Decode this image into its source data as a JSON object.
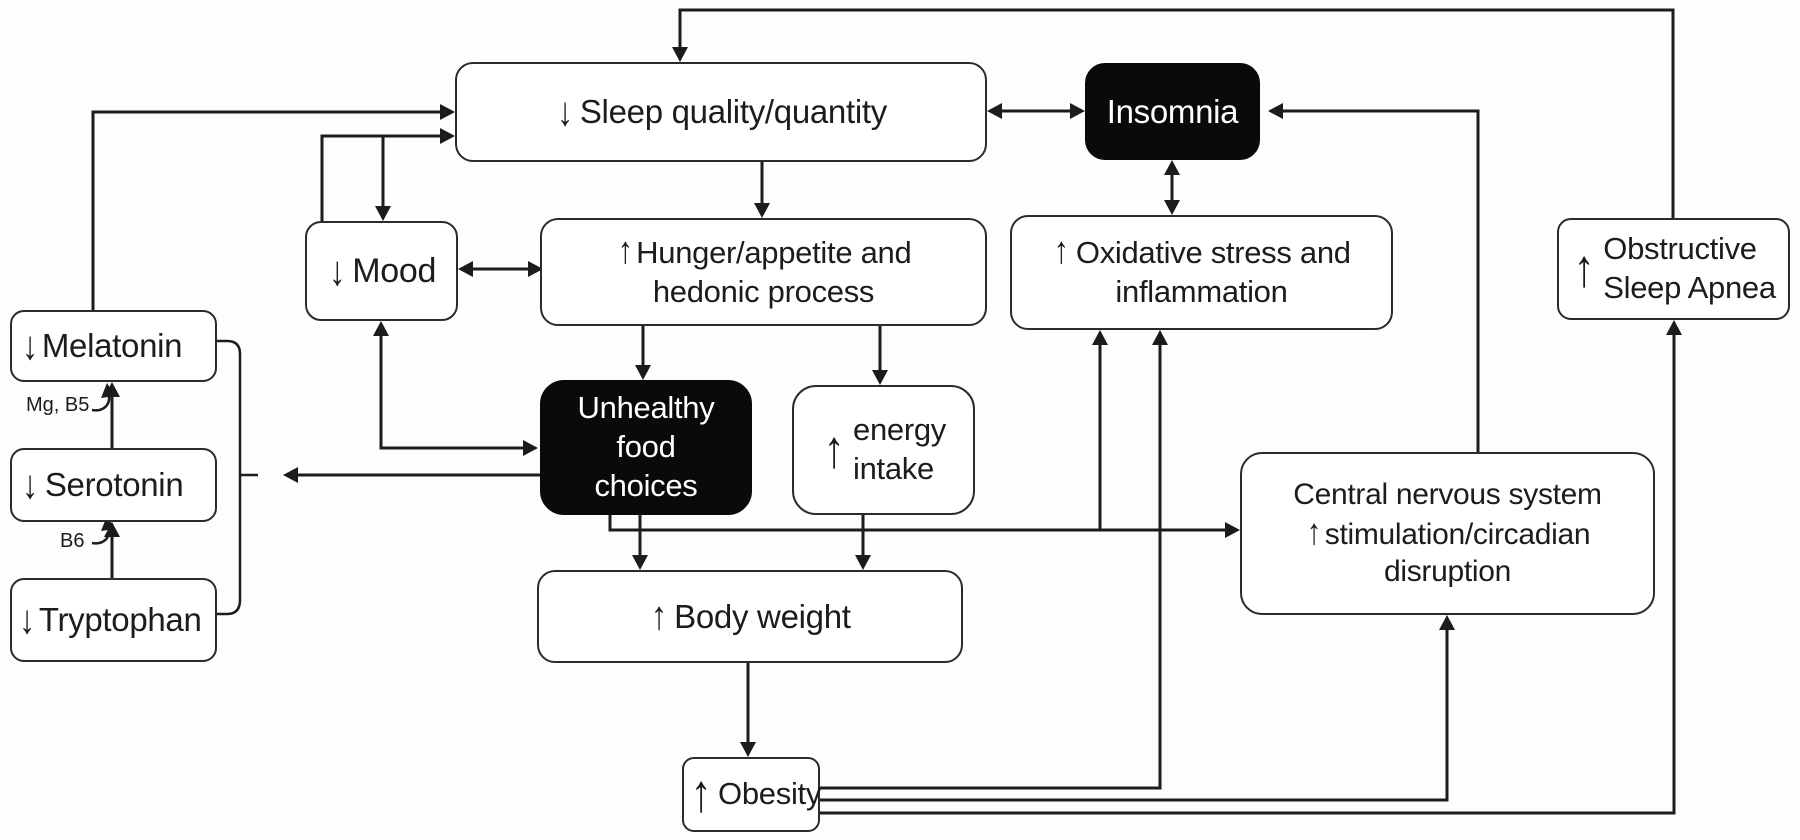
{
  "theme": {
    "ink": "#1c1c1c",
    "bg": "#fdfdfd",
    "box_fill": "#ffffff",
    "box_dark": "#0a0a0a",
    "text_on_dark": "#ffffff"
  },
  "nodes": {
    "sleep": {
      "arrow": "↓",
      "label": "Sleep quality/quantity"
    },
    "insomnia": {
      "label": "Insomnia"
    },
    "mood": {
      "arrow": "↓",
      "label": "Mood"
    },
    "hunger": {
      "arrow": "↑",
      "line1": "Hunger/appetite and",
      "line2": "hedonic process"
    },
    "oxidative": {
      "arrow": "↑",
      "line1": "Oxidative stress and",
      "line2": "inflammation"
    },
    "osa": {
      "arrow": "↑",
      "line1": "Obstructive",
      "line2": "Sleep Apnea"
    },
    "melatonin": {
      "arrow": "↓",
      "label": "Melatonin"
    },
    "serotonin": {
      "arrow": "↓",
      "label": "Serotonin"
    },
    "tryptophan": {
      "arrow": "↓",
      "label": "Tryptophan"
    },
    "unhealthy": {
      "line1": "Unhealthy",
      "line2": "food",
      "line3": "choices"
    },
    "energy": {
      "arrow": "↑",
      "line1": "energy",
      "line2": "intake"
    },
    "cns": {
      "line1": "Central nervous system",
      "arrow": "↑",
      "line2": "stimulation/circadian",
      "line3": "disruption"
    },
    "bodyweight": {
      "arrow": "↑",
      "label": "Body weight"
    },
    "obesity": {
      "arrow": "↑",
      "label": "Obesity"
    }
  },
  "cofactors": {
    "mg_b5": "Mg, B5",
    "b6": "B6"
  },
  "edges": [
    {
      "from": "obstructive-sleep-apnea",
      "to": "sleep-quality",
      "type": "arrow"
    },
    {
      "from": "melatonin",
      "to": "sleep-quality",
      "type": "arrow"
    },
    {
      "from": "mood",
      "to": "sleep-quality",
      "type": "double-arrow"
    },
    {
      "from": "mood",
      "to": "hunger-appetite",
      "type": "double-arrow"
    },
    {
      "from": "sleep-quality",
      "to": "hunger-appetite",
      "type": "arrow"
    },
    {
      "from": "sleep-quality",
      "to": "insomnia",
      "type": "double-arrow"
    },
    {
      "from": "insomnia",
      "to": "oxidative-stress",
      "type": "double-arrow"
    },
    {
      "from": "cns-stimulation",
      "to": "insomnia",
      "type": "arrow"
    },
    {
      "from": "hunger-appetite",
      "to": "unhealthy-food-choices",
      "type": "arrow"
    },
    {
      "from": "hunger-appetite",
      "to": "energy-intake",
      "type": "arrow"
    },
    {
      "from": "unhealthy-food-choices",
      "to": "body-weight",
      "type": "arrow"
    },
    {
      "from": "energy-intake",
      "to": "body-weight",
      "type": "arrow"
    },
    {
      "from": "unhealthy-food-choices",
      "to": "cns-stimulation",
      "type": "arrow"
    },
    {
      "from": "unhealthy-food-choices",
      "to": "oxidative-stress",
      "type": "arrow"
    },
    {
      "from": "unhealthy-food-choices",
      "to": "neurotransmitter-group",
      "type": "arrow"
    },
    {
      "from": "mood",
      "to": "unhealthy-food-choices",
      "type": "double-arrow"
    },
    {
      "from": "serotonin",
      "to": "melatonin",
      "type": "arrow",
      "cofactor": "Mg, B5"
    },
    {
      "from": "tryptophan",
      "to": "serotonin",
      "type": "arrow",
      "cofactor": "B6"
    },
    {
      "from": "body-weight",
      "to": "obesity",
      "type": "arrow"
    },
    {
      "from": "obesity",
      "to": "oxidative-stress",
      "type": "arrow"
    },
    {
      "from": "obesity",
      "to": "cns-stimulation",
      "type": "arrow"
    },
    {
      "from": "obesity",
      "to": "obstructive-sleep-apnea",
      "type": "arrow"
    }
  ]
}
